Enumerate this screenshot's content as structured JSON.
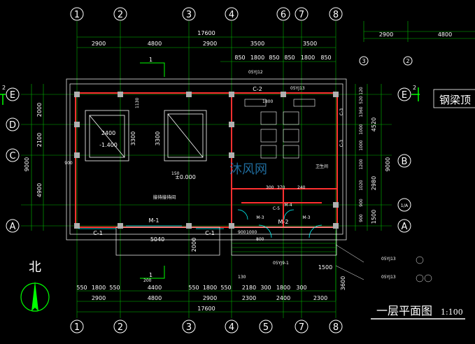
{
  "drawing_title": "一层平面图",
  "drawing_scale": "1:100",
  "side_title": "钢梁顶",
  "north_label": "北",
  "grid_columns": [
    "1",
    "2",
    "3",
    "4",
    "5",
    "6",
    "7",
    "8"
  ],
  "grid_rows": [
    "E",
    "D",
    "C",
    "B",
    "A"
  ],
  "section_marks": [
    "2",
    "2"
  ],
  "half_axis_label": "1/A",
  "callout_1": "1",
  "dims": {
    "top_total": "17600",
    "top_sub": [
      "2900",
      "4800",
      "2900",
      "3500",
      "3500"
    ],
    "top_detail": [
      "850",
      "1800",
      "850",
      "850",
      "1800",
      "850"
    ],
    "bottom_total": "17600",
    "bottom_sub": [
      "2900",
      "4800",
      "2900",
      "2300",
      "2400",
      "2300"
    ],
    "bottom_detail": [
      "550",
      "1800",
      "550",
      "4400",
      "550",
      "1800",
      "550",
      "2180",
      "300",
      "1800",
      "300"
    ],
    "left_total": "9000",
    "left_sub": [
      "2000",
      "2100",
      "4900"
    ],
    "right_total": "9000",
    "right_sub": [
      "4520",
      "2980",
      "1500"
    ],
    "right_sub2": [
      "120",
      "520",
      "1360",
      "1000",
      "1000",
      "1200",
      "1020",
      "900",
      "900"
    ],
    "right_ext": [
      "1500",
      "3600"
    ],
    "top_right": [
      "2900",
      "4800"
    ],
    "entry_width": "5040",
    "entry_depth": "2000",
    "left_small": "900",
    "s130": "130",
    "s150": "150",
    "s200": "200"
  },
  "labels": {
    "reception": "接待接待间",
    "level": "±0.000",
    "level_low": "-1.400",
    "pit_w": "2400",
    "pit_d": "3300",
    "stair_w": "3300",
    "m1": "M-1",
    "m2": "M-2",
    "m3": "M-3",
    "m4": "M-4",
    "c1": "C-1",
    "c2": "C-2",
    "c3": "C-3",
    "c5": "C-5",
    "c1b": "C-1",
    "c3b": "C-3",
    "ref_top": "05YJ12",
    "ref_13": "05YJ13",
    "ref_bottom": "05YJ9-1",
    "ref_right1": "05YJ13",
    "ref_right2": "05YJ13",
    "toilet_note": "卫生间",
    "nums": [
      "900",
      "1000",
      "800",
      "300",
      "370",
      "240",
      "1130",
      "1800"
    ]
  },
  "watermark": "沐风网"
}
